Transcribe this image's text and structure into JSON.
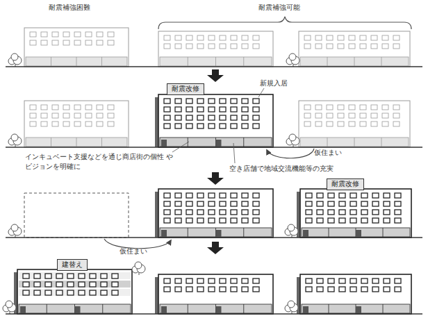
{
  "diagram": {
    "nodes": [
      {
        "text": [
          "耐震改修"
        ]
      },
      {
        "text": [
          "耐震改修"
        ]
      },
      {
        "text": [
          "建替え"
        ]
      }
    ],
    "labels": [
      "耐震補強困難",
      "耐震補強可能",
      "新規入居",
      "インキュベート支援などを通じ商店街の個性 やビジョンを明確に",
      "空き店舗で地域交流機能等の充実",
      "仮住まい",
      "仮住まい"
    ]
  }
}
